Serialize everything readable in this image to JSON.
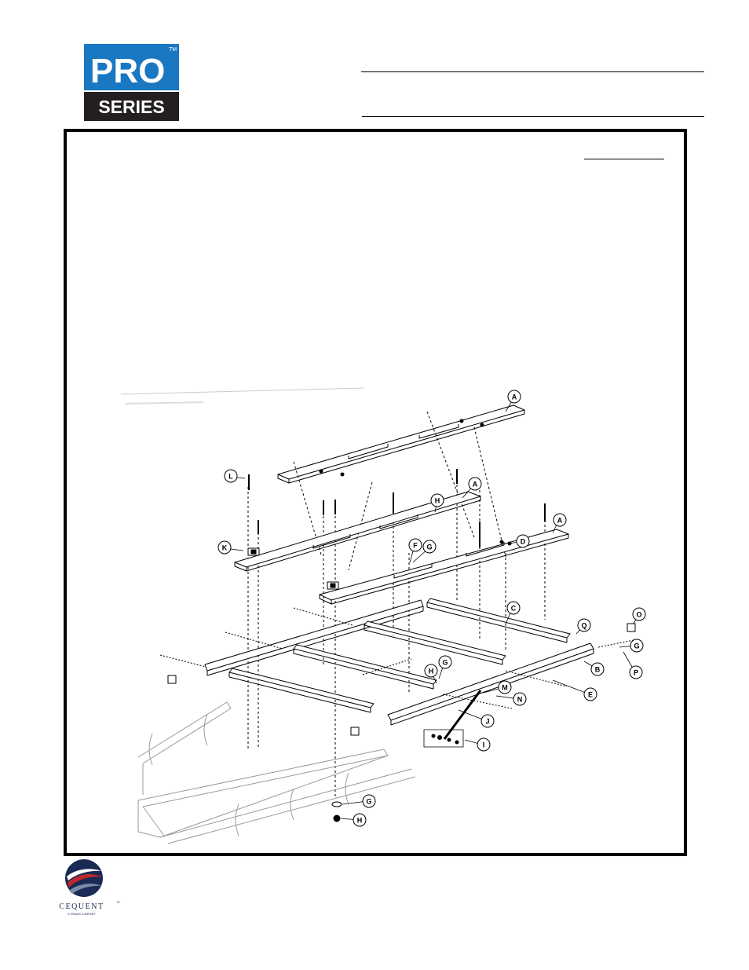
{
  "header": {
    "brand_logo": {
      "word": "PRO",
      "tm": "TM",
      "subword": "SERIES",
      "color_primary": "#1a77c2",
      "color_secondary": "#231f20"
    }
  },
  "exploded_view": {
    "callouts": [
      "A",
      "A",
      "A",
      "B",
      "C",
      "D",
      "E",
      "F",
      "G",
      "G",
      "G",
      "G",
      "H",
      "H",
      "H",
      "I",
      "J",
      "K",
      "L",
      "M",
      "N",
      "O",
      "P",
      "Q"
    ]
  },
  "footer": {
    "company_logo": {
      "name": "CEQUENT",
      "tm": "™",
      "tagline": "A TRIMAS COMPANY",
      "colors": [
        "#1b2a55",
        "#c0282d"
      ]
    }
  }
}
